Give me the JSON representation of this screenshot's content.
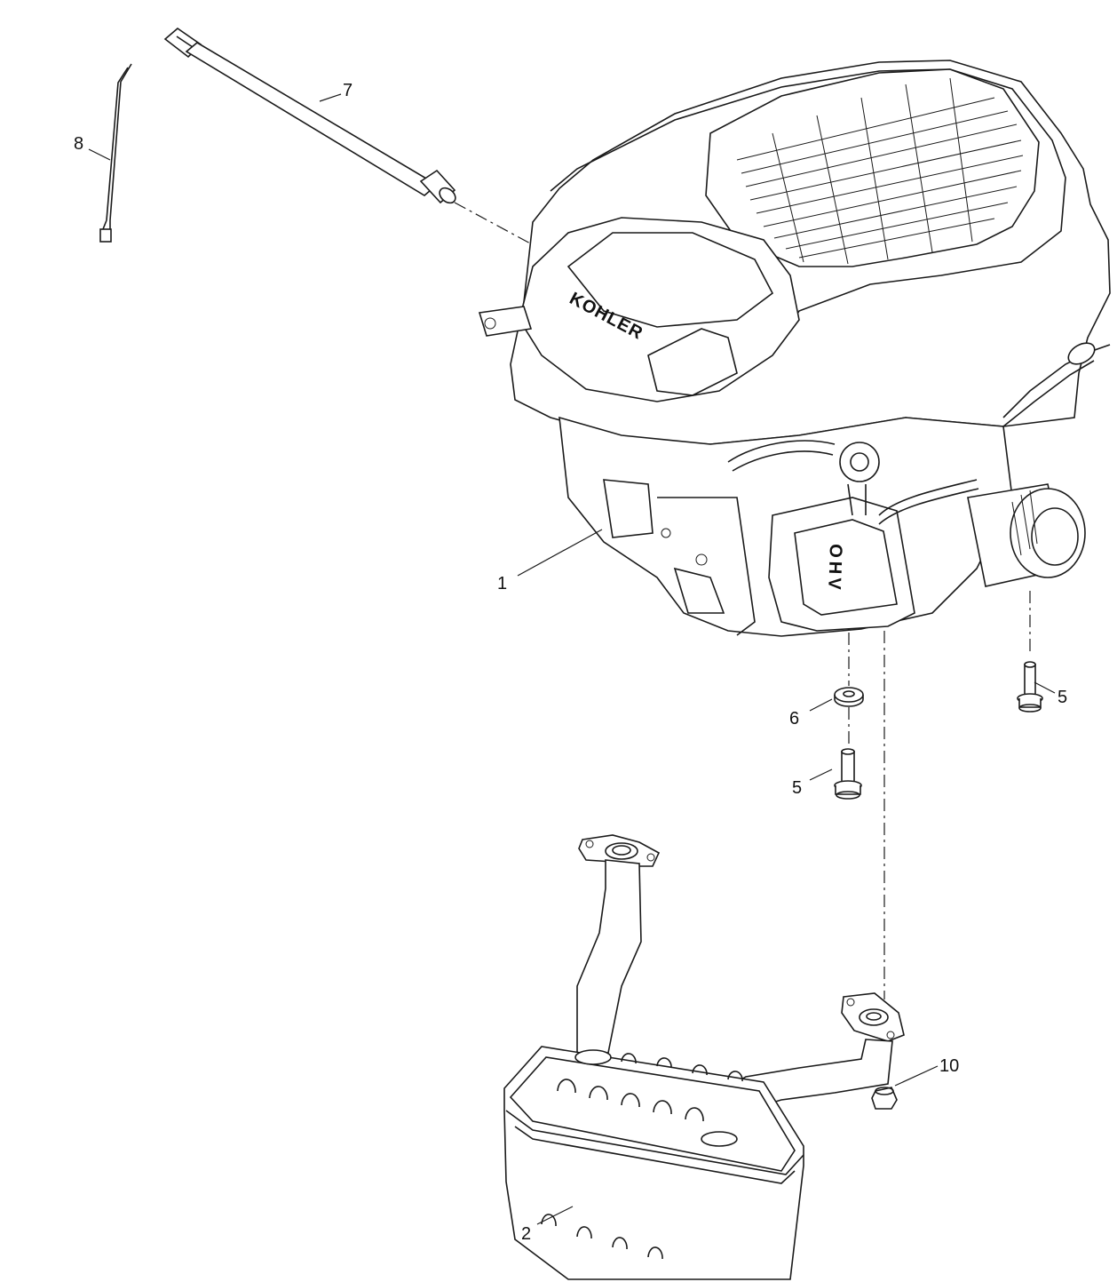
{
  "callouts": [
    {
      "id": "callout-1",
      "label": "1"
    },
    {
      "id": "callout-2",
      "label": "2"
    },
    {
      "id": "callout-5a",
      "label": "5"
    },
    {
      "id": "callout-5b",
      "label": "5"
    },
    {
      "id": "callout-6",
      "label": "6"
    },
    {
      "id": "callout-7",
      "label": "7"
    },
    {
      "id": "callout-8",
      "label": "8"
    },
    {
      "id": "callout-10",
      "label": "10"
    }
  ],
  "engine": {
    "brand_mark": "KOHLER",
    "valve_cover_mark": "OHV"
  }
}
